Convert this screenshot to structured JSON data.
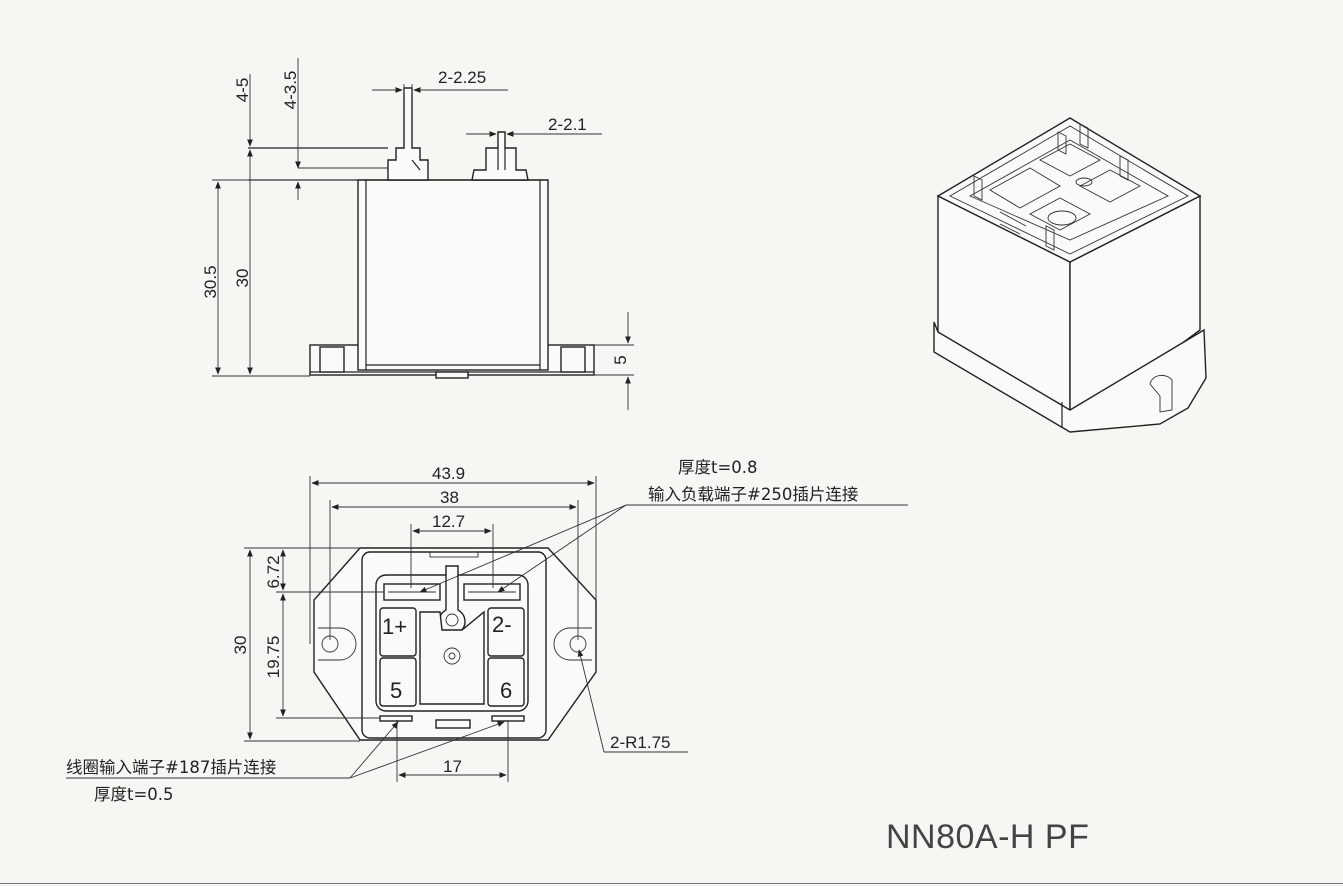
{
  "model": "NN80A-H PF",
  "side_view": {
    "dims": {
      "terminal_height_a": "4-5",
      "terminal_height_b": "4-3.5",
      "terminal_width_a": "2-2.25",
      "terminal_width_b": "2-2.1",
      "height_total": "30.5",
      "height_body": "30",
      "flange_height": "5"
    }
  },
  "bottom_view": {
    "dims": {
      "overall_width": "43.9",
      "hole_spacing": "38",
      "load_terminal_spacing": "12.7",
      "height": "30",
      "top_offset": "6.72",
      "terminal_pitch": "19.75",
      "coil_terminal_spacing": "17",
      "hole_radius": "2-R1.75"
    },
    "pins": [
      "1+",
      "2-",
      "5",
      "6"
    ],
    "notes": {
      "load_thickness": "厚度t=0.8",
      "load_terminal": "输入负载端子#250插片连接",
      "coil_terminal": "线圈输入端子#187插片连接",
      "coil_thickness": "厚度t=0.5"
    }
  }
}
